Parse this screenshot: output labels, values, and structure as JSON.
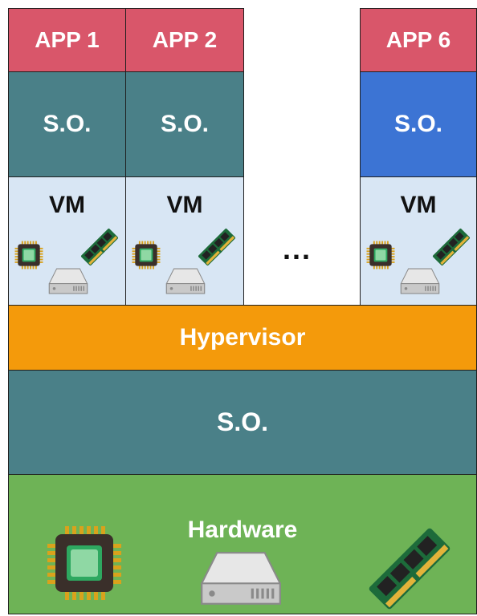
{
  "apps": [
    "APP 1",
    "APP 2",
    "APP 6"
  ],
  "guest_os": "S.O.",
  "vm_label": "VM",
  "ellipsis": "...",
  "hypervisor": "Hypervisor",
  "host_os": "S.O.",
  "hardware": "Hardware",
  "colors": {
    "app": "#d9566a",
    "guest_os": "#4a8088",
    "guest_os_highlight": "#3c74d4",
    "vm": "#d8e6f4",
    "hypervisor": "#f49a0b",
    "host_os": "#4a8088",
    "hardware": "#6eb356"
  },
  "icons": [
    "cpu-chip-icon",
    "ram-module-icon",
    "hard-drive-icon"
  ]
}
